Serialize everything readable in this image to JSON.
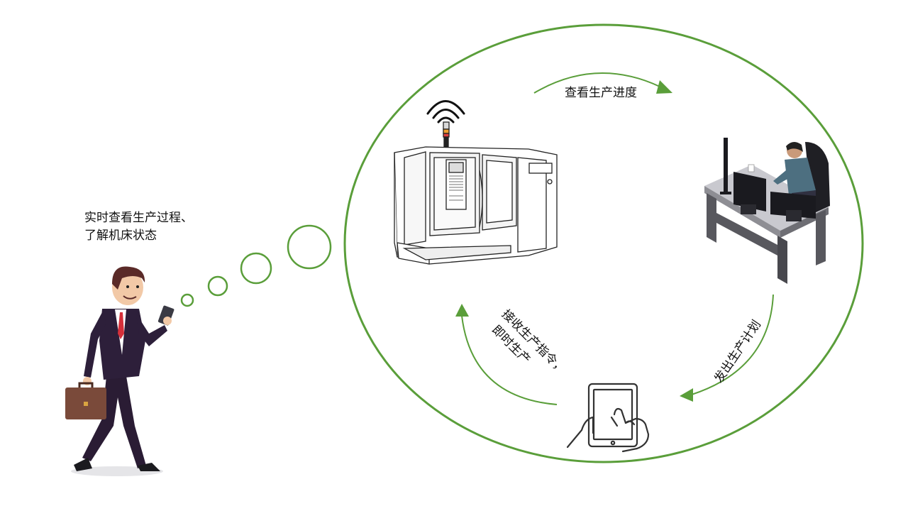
{
  "labels": {
    "person_thought_line1": "实时查看生产过程、",
    "person_thought_line2": "了解机床状态",
    "top_arrow": "查看生产进度",
    "right_arrow": "发出生产计划",
    "left_arrow_line1": "接收生产指令，",
    "left_arrow_line2": "即时生产"
  },
  "colors": {
    "green": "#5a9e3a",
    "suit": "#2d1f3a",
    "desk_top": "#cfcfd3",
    "desk_side": "#5b5b60"
  },
  "icons": [
    "businessman-icon",
    "cnc-machine-icon",
    "wifi-signal-icon",
    "operator-workstation-icon",
    "tablet-hand-icon"
  ]
}
